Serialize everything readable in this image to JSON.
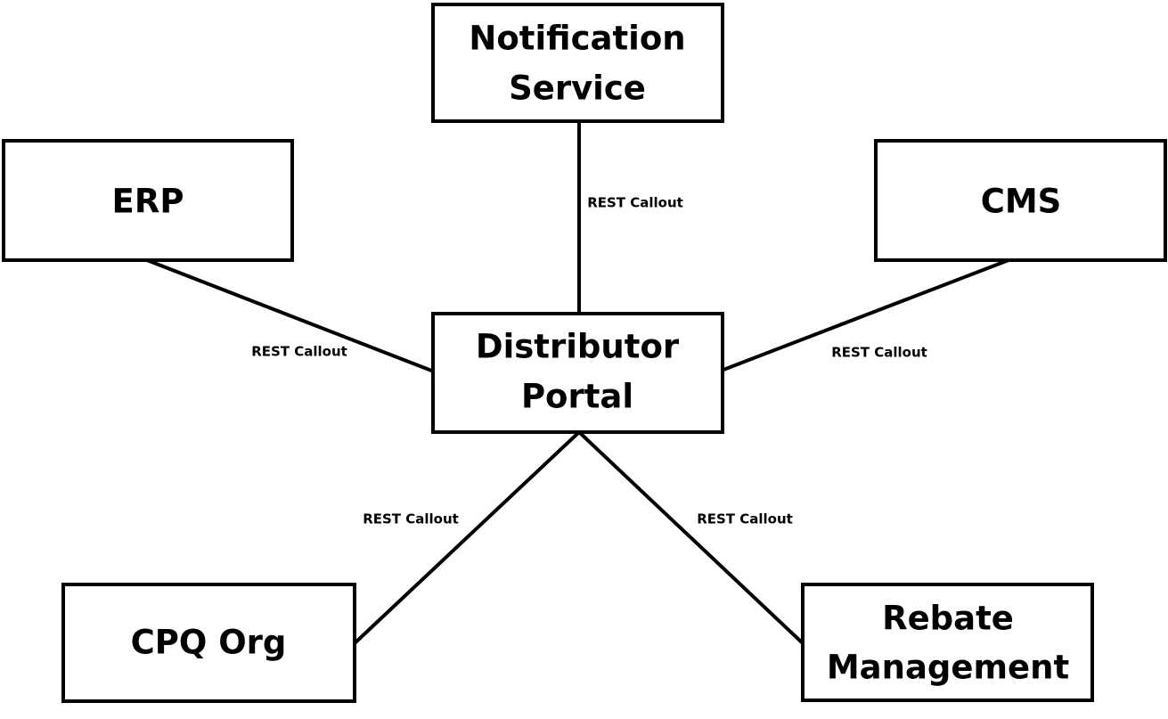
{
  "nodes": {
    "notification_service": {
      "lines": [
        "Notification",
        "Service"
      ]
    },
    "erp": {
      "lines": [
        "ERP"
      ]
    },
    "cms": {
      "lines": [
        "CMS"
      ]
    },
    "distributor_portal": {
      "lines": [
        "Distributor",
        "Portal"
      ]
    },
    "cpq_org": {
      "lines": [
        "CPQ Org"
      ]
    },
    "rebate_management": {
      "lines": [
        "Rebate",
        "Management"
      ]
    }
  },
  "edges": {
    "notification_to_portal": {
      "label": "REST Callout"
    },
    "erp_to_portal": {
      "label": "REST Callout"
    },
    "cms_to_portal": {
      "label": "REST Callout"
    },
    "cpq_to_portal": {
      "label": "REST Callout"
    },
    "rebate_to_portal": {
      "label": "REST Callout"
    }
  },
  "colors": {
    "line": "#000000",
    "box_fill": "#ffffff",
    "text": "#000000",
    "background": "#ffffff"
  }
}
